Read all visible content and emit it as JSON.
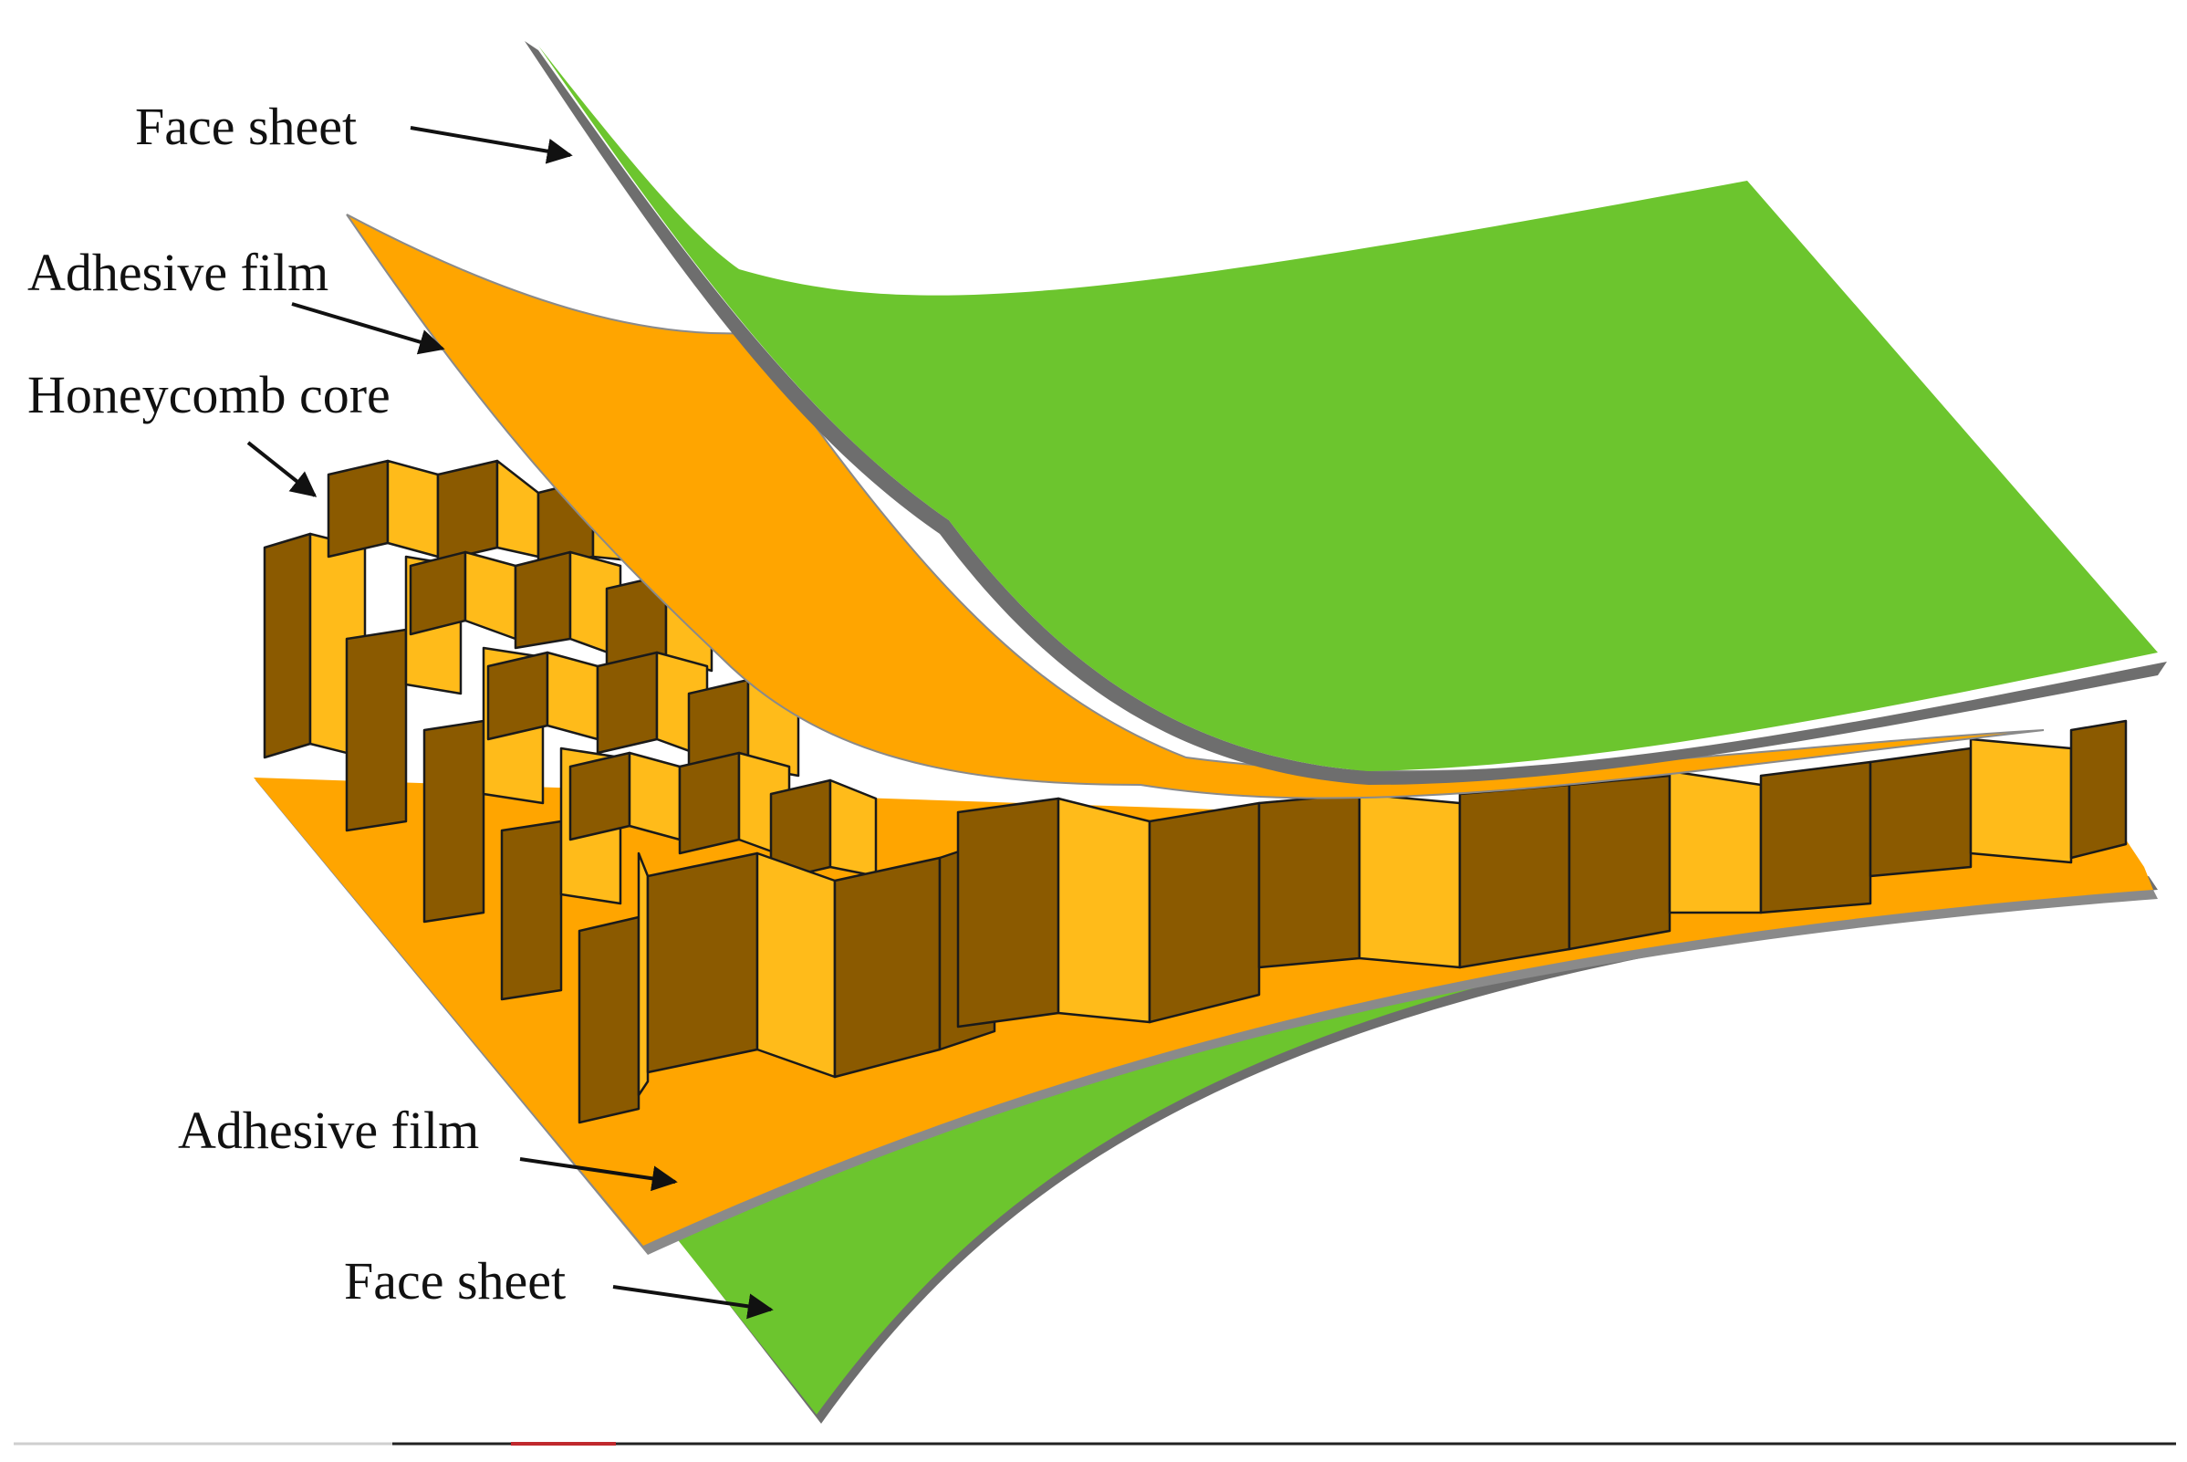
{
  "labels": {
    "face_sheet_top": "Face sheet",
    "adhesive_film_top": "Adhesive film",
    "honeycomb_core": "Honeycomb core",
    "adhesive_film_bottom": "Adhesive film",
    "face_sheet_bottom": "Face sheet"
  },
  "colors": {
    "face_sheet": "#6cc52e",
    "face_sheet_edge": "#6e6e6e",
    "adhesive_film": "#ffa500",
    "core_light": "#ffbb1a",
    "core_dark": "#8b5a00",
    "outline": "#1a1a1a"
  }
}
